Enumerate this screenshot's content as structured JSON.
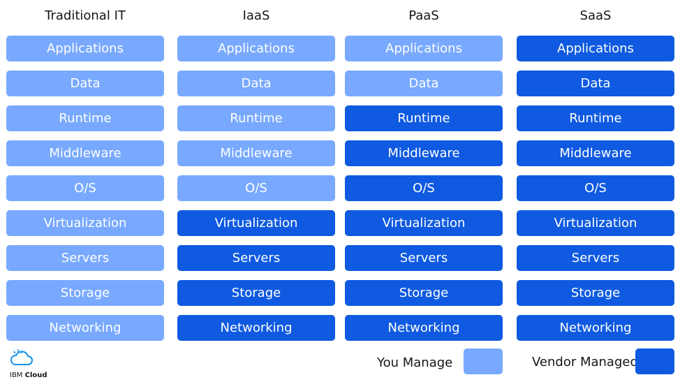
{
  "columns": [
    {
      "title": "Traditional IT",
      "layers": [
        {
          "label": "Applications",
          "managed_by": "you"
        },
        {
          "label": "Data",
          "managed_by": "you"
        },
        {
          "label": "Runtime",
          "managed_by": "you"
        },
        {
          "label": "Middleware",
          "managed_by": "you"
        },
        {
          "label": "O/S",
          "managed_by": "you"
        },
        {
          "label": "Virtualization",
          "managed_by": "you"
        },
        {
          "label": "Servers",
          "managed_by": "you"
        },
        {
          "label": "Storage",
          "managed_by": "you"
        },
        {
          "label": "Networking",
          "managed_by": "you"
        }
      ]
    },
    {
      "title": "IaaS",
      "layers": [
        {
          "label": "Applications",
          "managed_by": "you"
        },
        {
          "label": "Data",
          "managed_by": "you"
        },
        {
          "label": "Runtime",
          "managed_by": "you"
        },
        {
          "label": "Middleware",
          "managed_by": "you"
        },
        {
          "label": "O/S",
          "managed_by": "you"
        },
        {
          "label": "Virtualization",
          "managed_by": "vendor"
        },
        {
          "label": "Servers",
          "managed_by": "vendor"
        },
        {
          "label": "Storage",
          "managed_by": "vendor"
        },
        {
          "label": "Networking",
          "managed_by": "vendor"
        }
      ]
    },
    {
      "title": "PaaS",
      "layers": [
        {
          "label": "Applications",
          "managed_by": "you"
        },
        {
          "label": "Data",
          "managed_by": "you"
        },
        {
          "label": "Runtime",
          "managed_by": "vendor"
        },
        {
          "label": "Middleware",
          "managed_by": "vendor"
        },
        {
          "label": "O/S",
          "managed_by": "vendor"
        },
        {
          "label": "Virtualization",
          "managed_by": "vendor"
        },
        {
          "label": "Servers",
          "managed_by": "vendor"
        },
        {
          "label": "Storage",
          "managed_by": "vendor"
        },
        {
          "label": "Networking",
          "managed_by": "vendor"
        }
      ]
    },
    {
      "title": "SaaS",
      "layers": [
        {
          "label": "Applications",
          "managed_by": "vendor"
        },
        {
          "label": "Data",
          "managed_by": "vendor"
        },
        {
          "label": "Runtime",
          "managed_by": "vendor"
        },
        {
          "label": "Middleware",
          "managed_by": "vendor"
        },
        {
          "label": "O/S",
          "managed_by": "vendor"
        },
        {
          "label": "Virtualization",
          "managed_by": "vendor"
        },
        {
          "label": "Servers",
          "managed_by": "vendor"
        },
        {
          "label": "Storage",
          "managed_by": "vendor"
        },
        {
          "label": "Networking",
          "managed_by": "vendor"
        }
      ]
    }
  ],
  "legend": {
    "you_label": "You Manage",
    "vendor_label": "Vendor Managed"
  },
  "colors": {
    "you": "#78a9ff",
    "vendor": "#0f5ae0"
  },
  "logo": {
    "icon": "cloud-icon",
    "text_light": "IBM",
    "text_bold": "Cloud"
  }
}
